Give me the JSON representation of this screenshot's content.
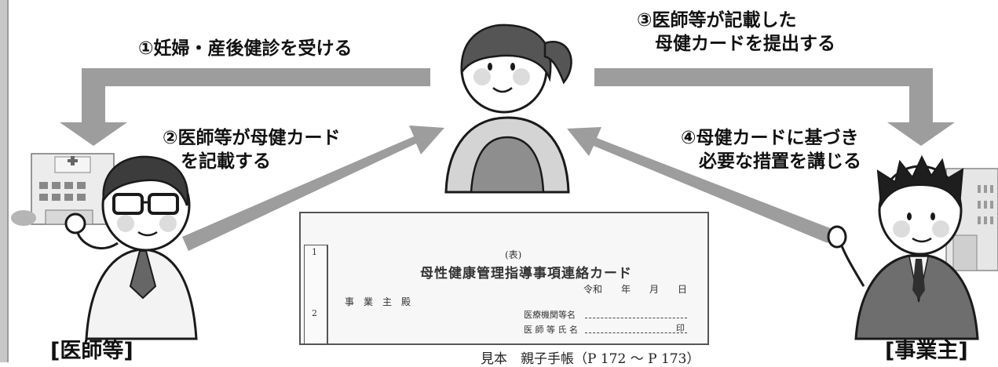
{
  "labels": {
    "step1": "①妊婦・産後健診を受ける",
    "step2": "②医師等が母健カード\n　を記載する",
    "step3": "③医師等が記載した\n　母健カードを提出する",
    "step4": "④母健カードに基づき\n　必要な措置を講じる"
  },
  "roles": {
    "doctor": "[医師等]",
    "employer": "[事業主]"
  },
  "card": {
    "table_label": "(表)",
    "title": "母性健康管理指導事項連絡カード",
    "date_row": "令和　　年　　月　　日",
    "employer_line": "事　業　主　殿",
    "institution_label": "医療機関等名",
    "doctor_name_label": "医 師 等 氏 名",
    "seal": "印",
    "tab_number": "1",
    "tab_number_2": "2"
  },
  "caption": "見本　親子手帳（P 172 ～ P 173）",
  "colors": {
    "arrow": "#9d9d9d",
    "text": "#111111",
    "figure_skin": "#ffffff",
    "figure_outline": "#1a1a1a"
  }
}
